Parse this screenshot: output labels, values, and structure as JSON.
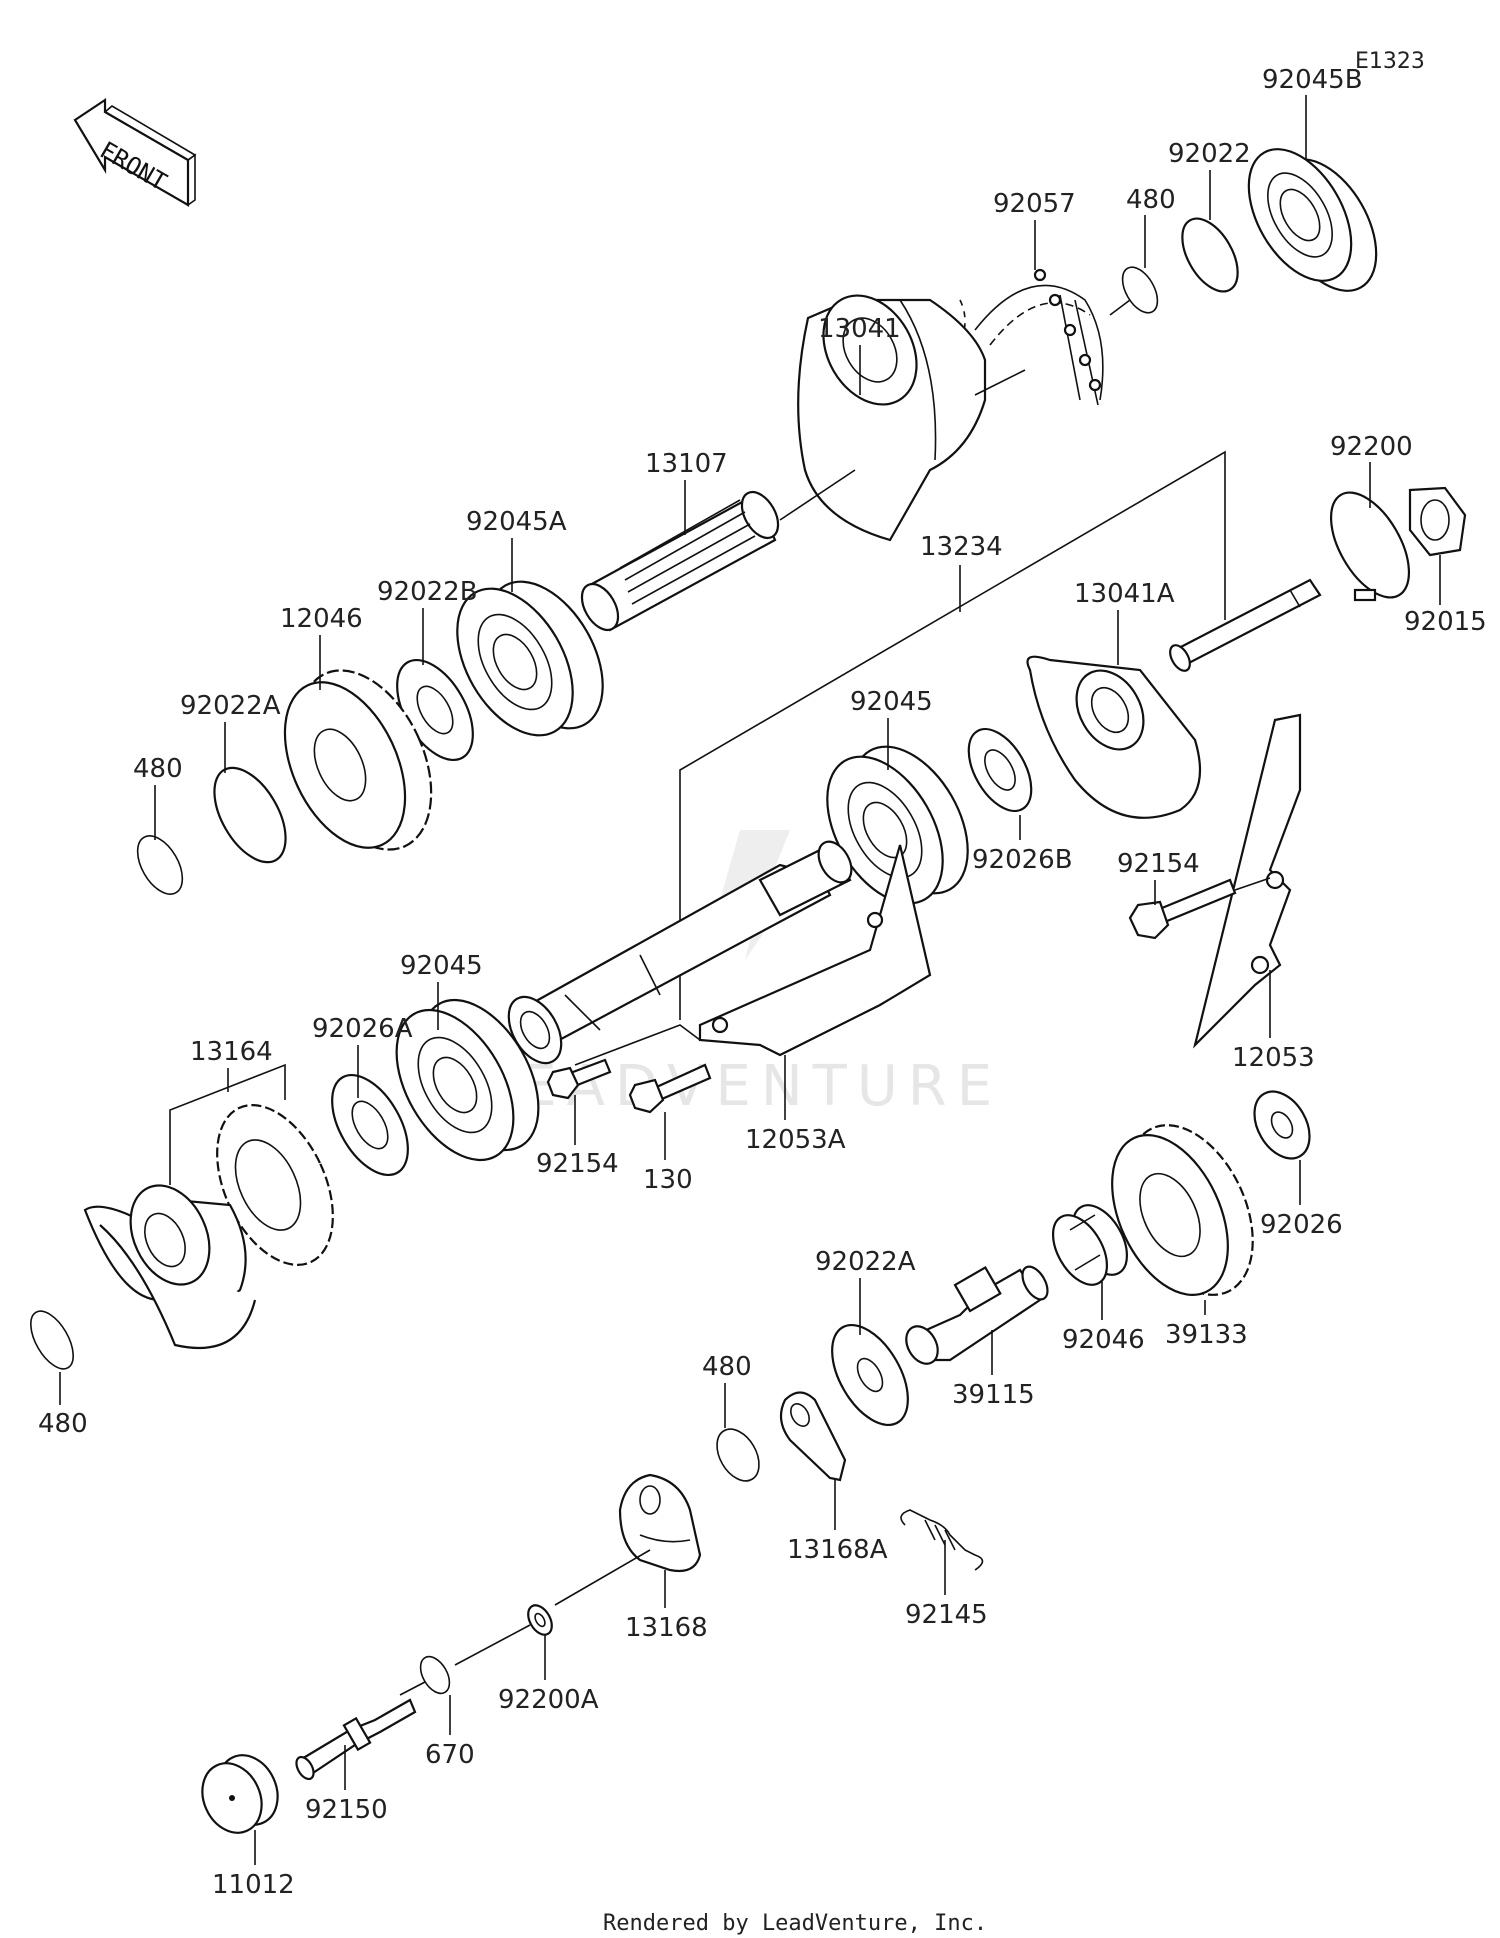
{
  "diagram_code": "E1323",
  "front_label": "FRONT",
  "watermark": "LEADVENTURE",
  "footer": "Rendered by LeadVenture, Inc.",
  "parts": [
    {
      "id": "p-92045B",
      "label": "92045B"
    },
    {
      "id": "p-92022",
      "label": "92022"
    },
    {
      "id": "p-480-top",
      "label": "480"
    },
    {
      "id": "p-92057",
      "label": "92057"
    },
    {
      "id": "p-13041",
      "label": "13041"
    },
    {
      "id": "p-13107",
      "label": "13107"
    },
    {
      "id": "p-92045A",
      "label": "92045A"
    },
    {
      "id": "p-13234",
      "label": "13234"
    },
    {
      "id": "p-92200",
      "label": "92200"
    },
    {
      "id": "p-92015",
      "label": "92015"
    },
    {
      "id": "p-92022B",
      "label": "92022B"
    },
    {
      "id": "p-12046",
      "label": "12046"
    },
    {
      "id": "p-13041A",
      "label": "13041A"
    },
    {
      "id": "p-92022A-top",
      "label": "92022A"
    },
    {
      "id": "p-480-left",
      "label": "480"
    },
    {
      "id": "p-92045-upper",
      "label": "92045"
    },
    {
      "id": "p-92026B",
      "label": "92026B"
    },
    {
      "id": "p-92154-right",
      "label": "92154"
    },
    {
      "id": "p-92045-lower",
      "label": "92045"
    },
    {
      "id": "p-92026A",
      "label": "92026A"
    },
    {
      "id": "p-13164",
      "label": "13164"
    },
    {
      "id": "p-12053",
      "label": "12053"
    },
    {
      "id": "p-92154-mid",
      "label": "92154"
    },
    {
      "id": "p-130",
      "label": "130"
    },
    {
      "id": "p-12053A",
      "label": "12053A"
    },
    {
      "id": "p-92026",
      "label": "92026"
    },
    {
      "id": "p-92022A-bottom",
      "label": "92022A"
    },
    {
      "id": "p-480-bottom-left",
      "label": "480"
    },
    {
      "id": "p-92046",
      "label": "92046"
    },
    {
      "id": "p-39133",
      "label": "39133"
    },
    {
      "id": "p-39115",
      "label": "39115"
    },
    {
      "id": "p-480-bottom",
      "label": "480"
    },
    {
      "id": "p-13168A",
      "label": "13168A"
    },
    {
      "id": "p-13168",
      "label": "13168"
    },
    {
      "id": "p-92145",
      "label": "92145"
    },
    {
      "id": "p-92200A",
      "label": "92200A"
    },
    {
      "id": "p-670",
      "label": "670"
    },
    {
      "id": "p-92150",
      "label": "92150"
    },
    {
      "id": "p-11012",
      "label": "11012"
    }
  ]
}
